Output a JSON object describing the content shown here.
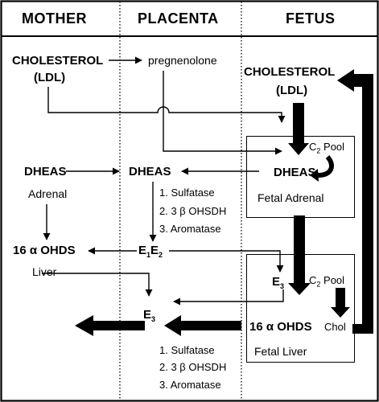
{
  "columns": {
    "mother": "MOTHER",
    "placenta": "PLACENTA",
    "fetus": "FETUS"
  },
  "mother": {
    "cholesterol": "CHOLESTEROL",
    "ldl": "(LDL)",
    "dheas": "DHEAS",
    "adrenal": "Adrenal",
    "ohds_prefix": "16 α",
    "ohds": "OHDS",
    "liver": "Liver"
  },
  "placenta": {
    "pregnenolone": "pregnenolone",
    "dheas": "DHEAS",
    "steps1": [
      "1. Sulfatase",
      "2. 3 β OHSDH",
      "3. Aromatase"
    ],
    "e1e2": {
      "e": "E",
      "s1": "1",
      "s2": "2"
    },
    "e3": {
      "e": "E",
      "s": "3"
    },
    "steps2": [
      "1. Sulfatase",
      "2. 3 β OHSDH",
      "3. Aromatase"
    ]
  },
  "fetus": {
    "cholesterol": "CHOLESTEROL",
    "ldl": "(LDL)",
    "c2pool_top": {
      "c": "C",
      "s": "2",
      "rest": " Pool"
    },
    "dheas": "DHEAS",
    "fetal_adrenal": "Fetal Adrenal",
    "e3": {
      "e": "E",
      "s": "3"
    },
    "c2pool_bottom": {
      "c": "C",
      "s": "2",
      "rest": " Pool"
    },
    "ohds": "16 α OHDS",
    "chol": "Chol",
    "fetal_liver": "Fetal Liver"
  }
}
